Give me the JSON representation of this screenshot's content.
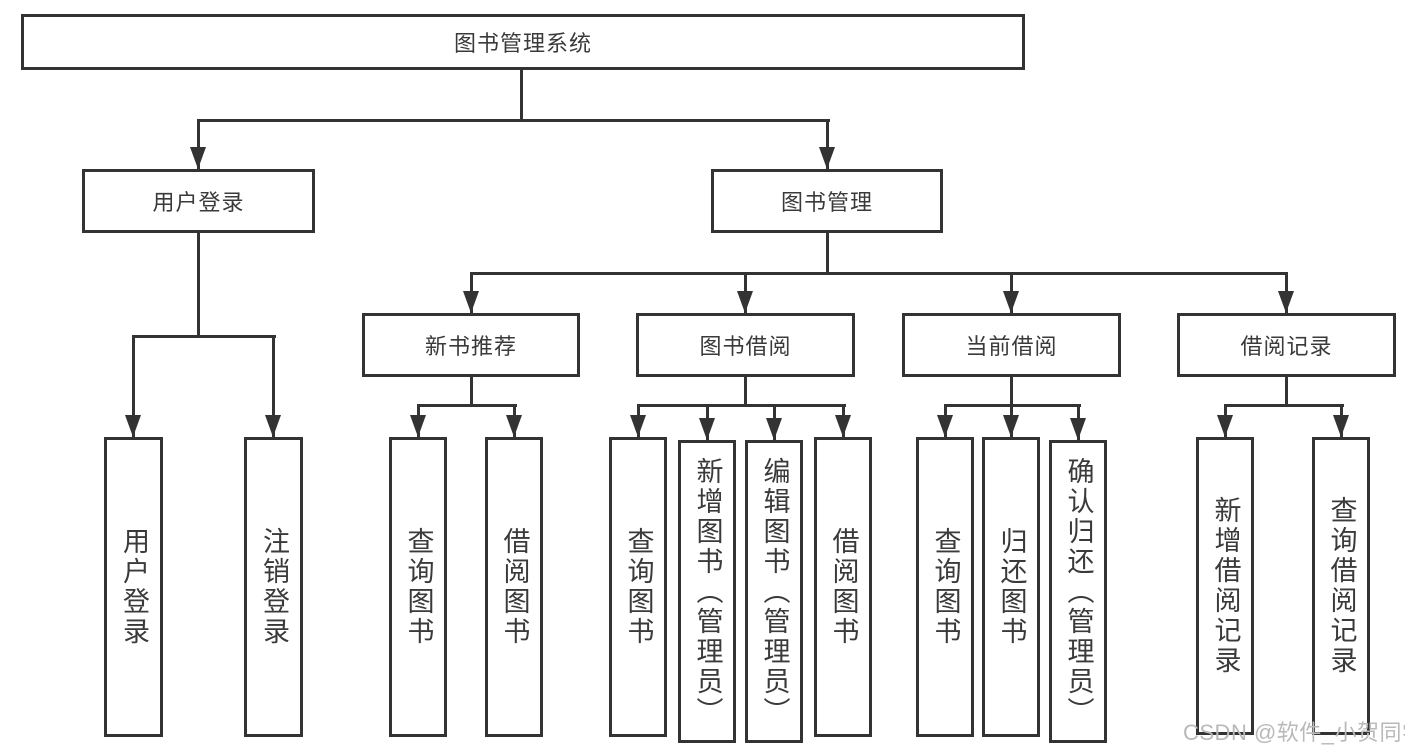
{
  "nodes": {
    "root": "图书管理系统",
    "user_login": "用户登录",
    "book_mgmt": "图书管理",
    "new_book_rec": "新书推荐",
    "book_borrow": "图书借阅",
    "current_borrow": "当前借阅",
    "borrow_records": "借阅记录",
    "user_login_leaf": "用户登录",
    "logout_leaf": "注销登录",
    "rec_query_book": "查询图书",
    "rec_borrow_book": "借阅图书",
    "bb_query_book": "查询图书",
    "bb_add_book": "新增图书（管理员）",
    "bb_edit_book": "编辑图书（管理员）",
    "bb_borrow_book": "借阅图书",
    "cb_query_book": "查询图书",
    "cb_return_book": "归还图书",
    "cb_confirm_return": "确认归还（管理员）",
    "br_add_record": "新增借阅记录",
    "br_query_record": "查询借阅记录"
  },
  "watermark": "CSDN @软件_小贺同学",
  "colors": {
    "line": "#333333",
    "text": "#3a3a3a",
    "watermark": "#b9b9b9",
    "background": "#ffffff"
  }
}
